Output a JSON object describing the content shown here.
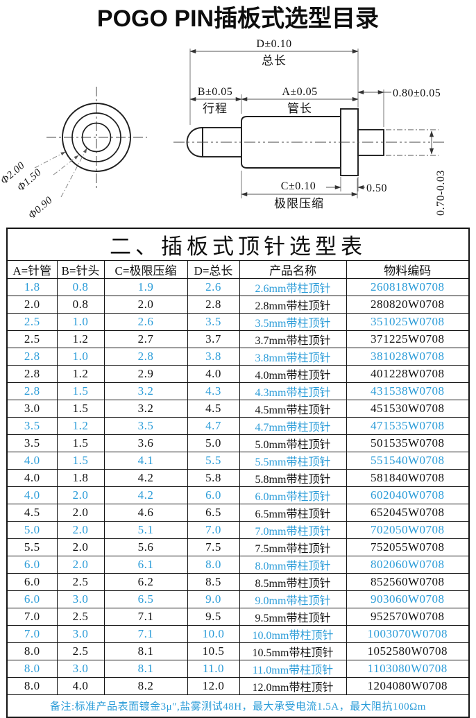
{
  "page": {
    "title": "POGO PIN插板式选型目录"
  },
  "colors": {
    "accent": "#2b9cd8",
    "ink": "#141414"
  },
  "diagram": {
    "front_labels": [
      "Φ2.00",
      "Φ1.50",
      "Φ0.90"
    ],
    "dims": {
      "total_tol": "D±0.10",
      "total_label": "总长",
      "travel_tol": "B±0.05",
      "travel_label": "行程",
      "tube_tol": "A±0.05",
      "tube_label": "管长",
      "tail_length": "0.80±0.05",
      "compress_tol": "C±0.10",
      "compress_label": "极限压缩",
      "flange_width": "0.50",
      "tail_diameter": "0.70-0.03"
    }
  },
  "table": {
    "title": "二、插板式顶针选型表",
    "headers": [
      "A=针管",
      "B=针头",
      "C=极限压缩",
      "D=总长",
      "产品名称",
      "物料编码"
    ],
    "rows": [
      {
        "a": "1.8",
        "b": "0.8",
        "c": "1.9",
        "d": "2.6",
        "name": "2.6mm带柱顶针",
        "code": "260818W0708",
        "hl": true
      },
      {
        "a": "2.0",
        "b": "0.8",
        "c": "2.0",
        "d": "2.8",
        "name": "2.8mm带柱顶针",
        "code": "280820W0708",
        "hl": false
      },
      {
        "a": "2.5",
        "b": "1.0",
        "c": "2.6",
        "d": "3.5",
        "name": "3.5mm带柱顶针",
        "code": "351025W0708",
        "hl": true
      },
      {
        "a": "2.5",
        "b": "1.2",
        "c": "2.7",
        "d": "3.7",
        "name": "3.7mm带柱顶针",
        "code": "371225W0708",
        "hl": false
      },
      {
        "a": "2.8",
        "b": "1.0",
        "c": "2.8",
        "d": "3.8",
        "name": "3.8mm带柱顶针",
        "code": "381028W0708",
        "hl": true
      },
      {
        "a": "2.8",
        "b": "1.2",
        "c": "2.9",
        "d": "4.0",
        "name": "4.0mm带柱顶针",
        "code": "401228W0708",
        "hl": false
      },
      {
        "a": "2.8",
        "b": "1.5",
        "c": "3.2",
        "d": "4.3",
        "name": "4.3mm带柱顶针",
        "code": "431538W0708",
        "hl": true
      },
      {
        "a": "3.0",
        "b": "1.5",
        "c": "3.2",
        "d": "4.5",
        "name": "4.5mm带柱顶针",
        "code": "451530W0708",
        "hl": false
      },
      {
        "a": "3.5",
        "b": "1.2",
        "c": "3.5",
        "d": "4.7",
        "name": "4.7mm带柱顶针",
        "code": "471535W0708",
        "hl": true
      },
      {
        "a": "3.5",
        "b": "1.5",
        "c": "3.6",
        "d": "5.0",
        "name": "5.0mm带柱顶针",
        "code": "501535W0708",
        "hl": false
      },
      {
        "a": "4.0",
        "b": "1.5",
        "c": "4.1",
        "d": "5.5",
        "name": "5.5mm带柱顶针",
        "code": "551540W0708",
        "hl": true
      },
      {
        "a": "4.0",
        "b": "1.8",
        "c": "4.2",
        "d": "5.8",
        "name": "5.8mm带柱顶针",
        "code": "581840W0708",
        "hl": false
      },
      {
        "a": "4.0",
        "b": "2.0",
        "c": "4.2",
        "d": "6.0",
        "name": "6.0mm带柱顶针",
        "code": "602040W0708",
        "hl": true
      },
      {
        "a": "4.5",
        "b": "2.0",
        "c": "4.6",
        "d": "6.5",
        "name": "6.5mm带柱顶针",
        "code": "652045W0708",
        "hl": false
      },
      {
        "a": "5.0",
        "b": "2.0",
        "c": "5.1",
        "d": "7.0",
        "name": "7.0mm带柱顶针",
        "code": "702050W0708",
        "hl": true
      },
      {
        "a": "5.5",
        "b": "2.0",
        "c": "5.6",
        "d": "7.5",
        "name": "7.5mm带柱顶针",
        "code": "752055W0708",
        "hl": false
      },
      {
        "a": "6.0",
        "b": "2.0",
        "c": "6.1",
        "d": "8.0",
        "name": "8.0mm带柱顶针",
        "code": "802060W0708",
        "hl": true
      },
      {
        "a": "6.0",
        "b": "2.5",
        "c": "6.2",
        "d": "8.5",
        "name": "8.5mm带柱顶针",
        "code": "852560W0708",
        "hl": false
      },
      {
        "a": "6.0",
        "b": "3.0",
        "c": "6.5",
        "d": "9.0",
        "name": "9.0mm带柱顶针",
        "code": "903060W0708",
        "hl": true
      },
      {
        "a": "7.0",
        "b": "2.5",
        "c": "7.1",
        "d": "9.5",
        "name": "9.5mm带柱顶针",
        "code": "952570W0708",
        "hl": false
      },
      {
        "a": "7.0",
        "b": "3.0",
        "c": "7.1",
        "d": "10.0",
        "name": "10.0mm带柱顶针",
        "code": "1003070W0708",
        "hl": true
      },
      {
        "a": "8.0",
        "b": "2.5",
        "c": "8.1",
        "d": "10.5",
        "name": "10.5mm带柱顶针",
        "code": "1052580W0708",
        "hl": false
      },
      {
        "a": "8.0",
        "b": "3.0",
        "c": "8.1",
        "d": "11.0",
        "name": "11.0mm带柱顶针",
        "code": "1103080W0708",
        "hl": true
      },
      {
        "a": "8.0",
        "b": "4.0",
        "c": "8.2",
        "d": "12.0",
        "name": "12.0mm带柱顶针",
        "code": "1204080W0708",
        "hl": false
      }
    ],
    "note": "备注:标准产品表面镀金3μ″,盐雾测试48H，最大承受电流1.5A，最大阻抗100Ωm"
  }
}
